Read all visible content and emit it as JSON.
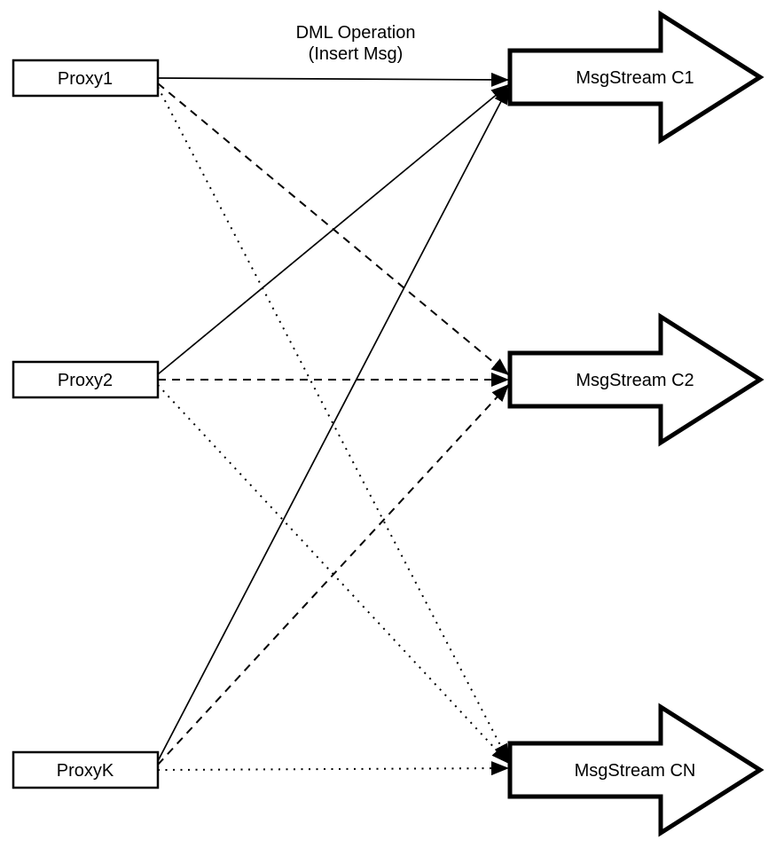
{
  "title": {
    "line1": "DML Operation",
    "line2": "(Insert Msg)"
  },
  "colors": {
    "line": "#000000",
    "shape_fill": "#ffffff",
    "background": "#ffffff"
  },
  "proxies": [
    {
      "id": "proxy1",
      "label": "Proxy1"
    },
    {
      "id": "proxy2",
      "label": "Proxy2"
    },
    {
      "id": "proxyk",
      "label": "ProxyK"
    }
  ],
  "streams": [
    {
      "id": "c1",
      "label": "MsgStream C1"
    },
    {
      "id": "c2",
      "label": "MsgStream C2"
    },
    {
      "id": "cn",
      "label": "MsgStream CN"
    }
  ],
  "edges": [
    {
      "from": "proxy1",
      "to": "c1",
      "style": "solid"
    },
    {
      "from": "proxy2",
      "to": "c1",
      "style": "solid"
    },
    {
      "from": "proxyk",
      "to": "c1",
      "style": "solid"
    },
    {
      "from": "proxy1",
      "to": "c2",
      "style": "dashed"
    },
    {
      "from": "proxy2",
      "to": "c2",
      "style": "dashed"
    },
    {
      "from": "proxyk",
      "to": "c2",
      "style": "dashed"
    },
    {
      "from": "proxy1",
      "to": "cn",
      "style": "dotted"
    },
    {
      "from": "proxy2",
      "to": "cn",
      "style": "dotted"
    },
    {
      "from": "proxyk",
      "to": "cn",
      "style": "dotted"
    }
  ]
}
